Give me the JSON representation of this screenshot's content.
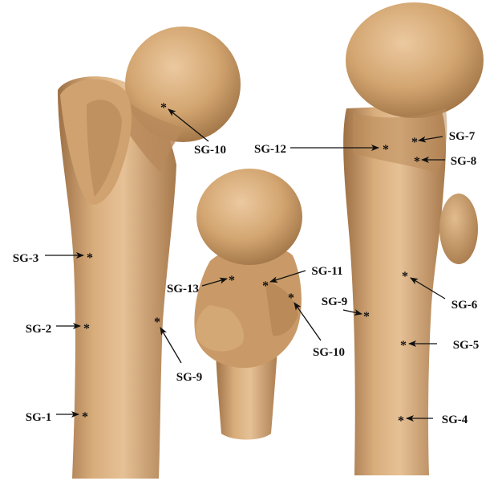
{
  "colors": {
    "bone_light": "#e3bc8e",
    "bone_mid": "#c99a67",
    "bone_dark": "#9d7045",
    "ink": "#111111",
    "background": "#ffffff"
  },
  "marker_symbol": "*",
  "labels": {
    "left_sg1": "SG-1",
    "left_sg2": "SG-2",
    "left_sg3": "SG-3",
    "left_sg9": "SG-9",
    "left_sg10": "SG-10",
    "mid_sg13": "SG-13",
    "mid_sg11": "SG-11",
    "mid_sg10": "SG-10",
    "right_sg12": "SG-12",
    "right_sg7": "SG-7",
    "right_sg8": "SG-8",
    "right_sg6": "SG-6",
    "right_sg9": "SG-9",
    "right_sg5": "SG-5",
    "right_sg4": "SG-4"
  }
}
